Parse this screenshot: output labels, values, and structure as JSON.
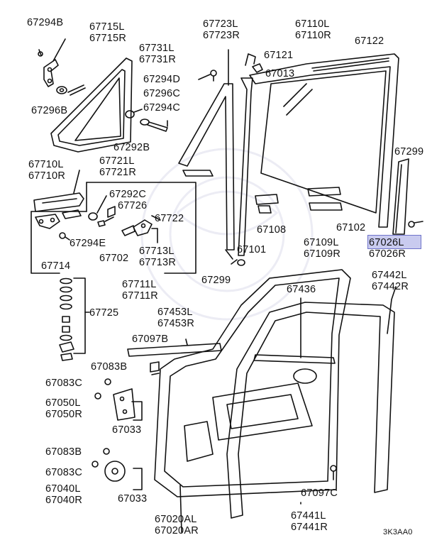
{
  "highlight_color": "#c9cbef",
  "diagram_code": "3K3AA0",
  "labels": {
    "p67294B": "67294B",
    "p67715": [
      "67715L",
      "67715R"
    ],
    "p67731": [
      "67731L",
      "67731R"
    ],
    "p67294D": "67294D",
    "p67296C": "67296C",
    "p67294C": "67294C",
    "p67296B": "67296B",
    "p67292B": "67292B",
    "p67710": [
      "67710L",
      "67710R"
    ],
    "p67721": [
      "67721L",
      "67721R"
    ],
    "p67292C": "67292C",
    "p67726": "67726",
    "p67722": "67722",
    "p67294E": "67294E",
    "p67702": "67702",
    "p67713": [
      "67713L",
      "67713R"
    ],
    "p67714": "67714",
    "p67723": [
      "67723L",
      "67723R"
    ],
    "p67121": "67121",
    "p67013": "67013",
    "p67110": [
      "67110L",
      "67110R"
    ],
    "p67122": "67122",
    "p67299a": "67299",
    "p67108": "67108",
    "p67109": [
      "67109L",
      "67109R"
    ],
    "p67102": "67102",
    "p67101": "67101",
    "p67026": [
      "67026L",
      "67026R"
    ],
    "p67299b": "67299",
    "p67711": [
      "67711L",
      "67711R"
    ],
    "p67725": "67725",
    "p67453": [
      "67453L",
      "67453R"
    ],
    "p67436": "67436",
    "p67442": [
      "67442L",
      "67442R"
    ],
    "p67097B": "67097B",
    "p67083B1": "67083B",
    "p67083C1": "67083C",
    "p67050": [
      "67050L",
      "67050R"
    ],
    "p67033a": "67033",
    "p67083B2": "67083B",
    "p67083C2": "67083C",
    "p67040": [
      "67040L",
      "67040R"
    ],
    "p67033b": "67033",
    "p67097C": "67097C",
    "p67020": [
      "67020AL",
      "67020AR"
    ],
    "p67441": [
      "67441L",
      "67441R"
    ]
  }
}
